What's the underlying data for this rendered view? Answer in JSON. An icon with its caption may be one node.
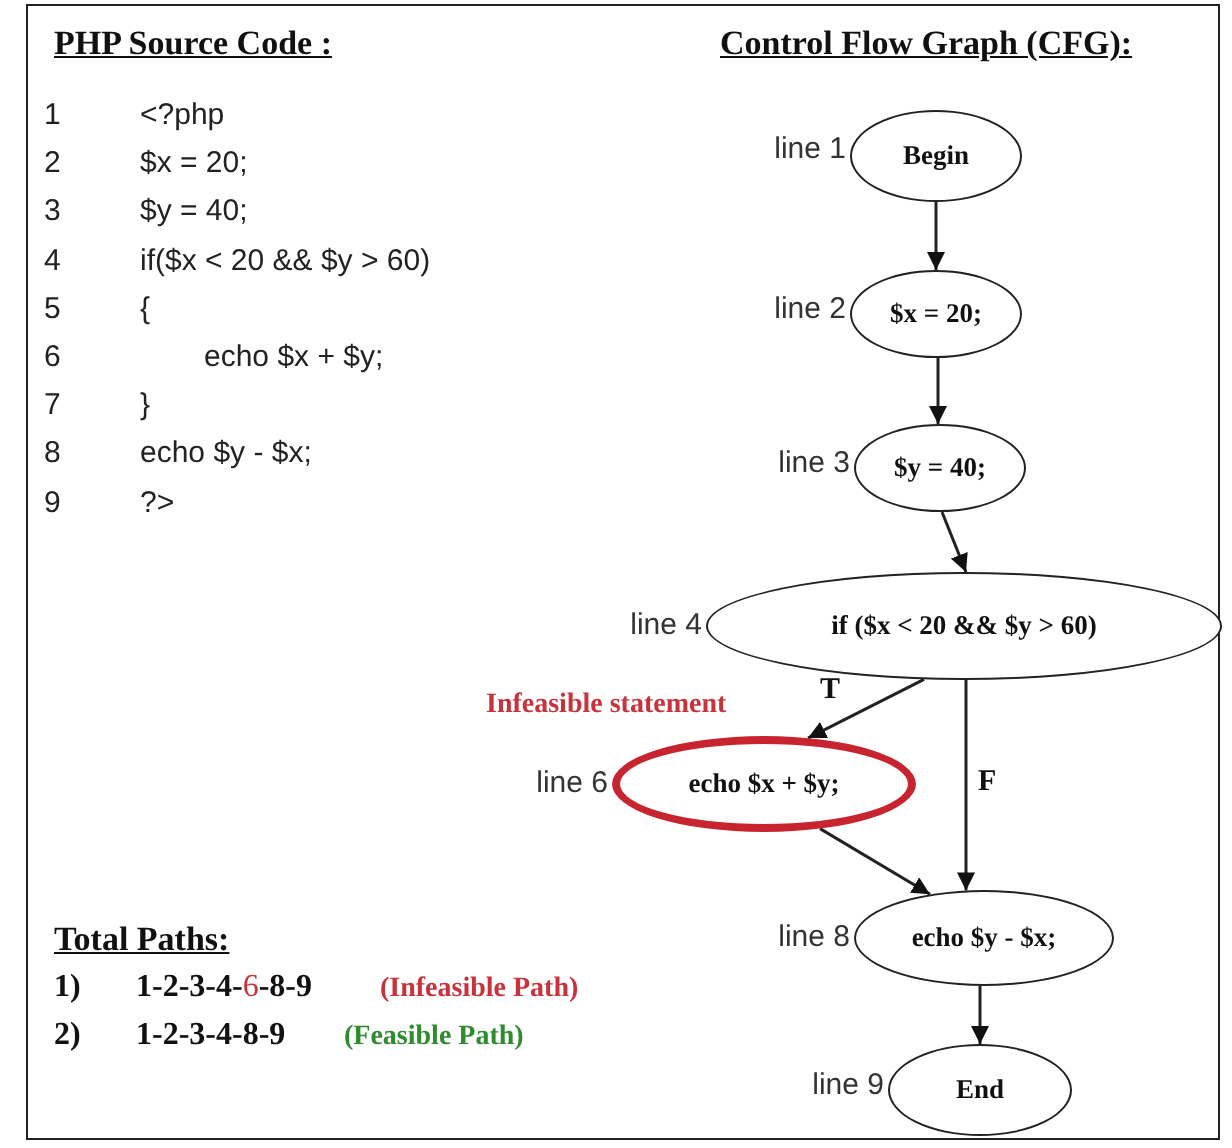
{
  "diagram": {
    "nodes": [
      {
        "text": [
          "Begin"
        ],
        "beside": [
          "line 1"
        ]
      },
      {
        "text": [
          "$x = 20;"
        ],
        "beside": [
          "line 2"
        ]
      },
      {
        "text": [
          "$y = 40;"
        ],
        "beside": [
          "line 3"
        ]
      },
      {
        "text": [
          "if ($x < 20 && $y > 60)"
        ],
        "beside": [
          "line 4"
        ]
      },
      {
        "text": [
          "echo $x + $y;"
        ],
        "beside": [
          "Infeasible statement",
          "line 6"
        ]
      },
      {
        "text": [
          "echo $y - $x;"
        ],
        "beside": [
          "line 8"
        ]
      },
      {
        "text": [
          "End"
        ],
        "beside": [
          "line 9"
        ]
      }
    ],
    "edges": [
      {
        "from": 0,
        "to": 1,
        "arrow": "to"
      },
      {
        "from": 1,
        "to": 2,
        "arrow": "to"
      },
      {
        "from": 2,
        "to": 3,
        "arrow": "to"
      },
      {
        "from": 3,
        "to": 4,
        "arrow": "to",
        "label": "T"
      },
      {
        "from": 3,
        "to": 5,
        "arrow": "to",
        "label": "F"
      },
      {
        "from": 4,
        "to": 5,
        "arrow": "to"
      },
      {
        "from": 5,
        "to": 6,
        "arrow": "to"
      }
    ],
    "labels": [
      "PHP Source Code :",
      "Control Flow Graph (CFG):",
      "1",
      "<?php",
      "2",
      "$x = 20;",
      "3",
      "$y = 40;",
      "4",
      "if($x < 20 && $y > 60)",
      "5",
      "{",
      "6",
      "echo $x + $y;",
      "7",
      "}",
      "8",
      "echo $y - $x;",
      "9",
      "?>",
      "Total Paths:",
      "1)",
      "1-2-3-4-6-8-9",
      "(Infeasible Path)",
      "2)",
      "1-2-3-4-8-9",
      "(Feasible Path)"
    ]
  }
}
